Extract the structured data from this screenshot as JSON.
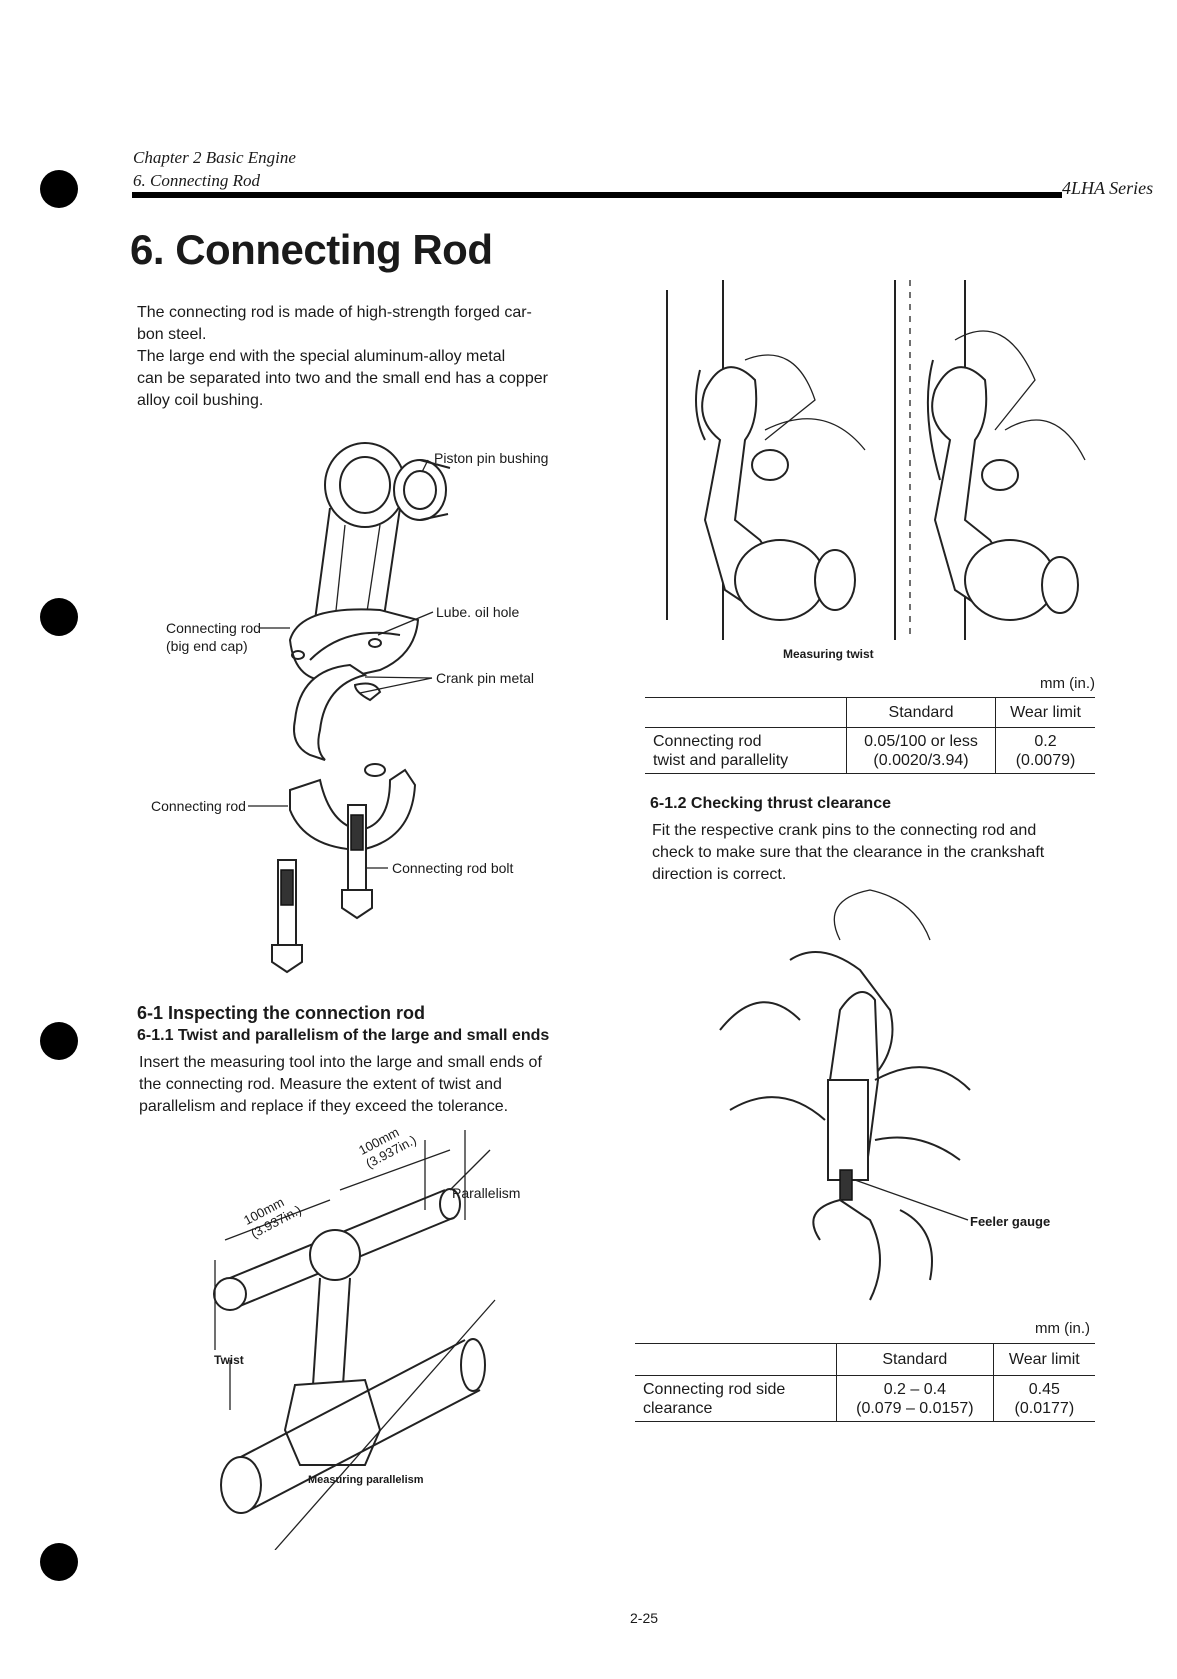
{
  "header": {
    "chapter": "Chapter 2 Basic Engine",
    "section": "6. Connecting Rod",
    "series": "4LHA Series"
  },
  "title": "6. Connecting Rod",
  "intro": [
    "The connecting rod is made of high-strength forged car-",
    "bon steel.",
    "The large end with the special aluminum-alloy metal",
    "can be separated into two and the small end has a copper",
    "alloy coil bushing."
  ],
  "exploded_labels": {
    "piston_pin_bushing": "Piston pin bushing",
    "lube_oil_hole": "Lube. oil hole",
    "connecting_rod_cap_1": "Connecting rod",
    "connecting_rod_cap_2": "(big end cap)",
    "crank_pin_metal": "Crank pin metal",
    "connecting_rod": "Connecting rod",
    "connecting_rod_bolt": "Connecting rod bolt"
  },
  "section_6_1": {
    "heading": "6-1 Inspecting the connection rod",
    "sub_heading": "6-1.1 Twist and parallelism of the large and small ends",
    "text": [
      "Insert the measuring tool into the large and small ends of",
      "the connecting rod. Measure the extent of twist and",
      "parallelism and replace if they exceed the tolerance."
    ],
    "figure_labels": {
      "dim_top_1": "100mm",
      "dim_top_2": "(3.937in.)",
      "dim_left_1": "100mm",
      "dim_left_2": "(3.937in.)",
      "parallelism": "Parallelism",
      "twist": "Twist",
      "caption": "Measuring parallelism"
    }
  },
  "twist_figure": {
    "caption": "Measuring twist"
  },
  "table_twist": {
    "unit": "mm (in.)",
    "headers": [
      "",
      "Standard",
      "Wear limit"
    ],
    "row": {
      "item_1": "Connecting rod",
      "item_2": "twist and parallelity",
      "std_1": "0.05/100 or less",
      "std_2": "(0.0020/3.94)",
      "lim_1": "0.2",
      "lim_2": "(0.0079)"
    }
  },
  "section_6_1_2": {
    "heading": "6-1.2 Checking thrust clearance",
    "text": [
      "Fit the respective crank pins to the connecting rod and",
      "check to make sure that the clearance in the crankshaft",
      "direction is correct."
    ],
    "feeler_label": "Feeler gauge"
  },
  "table_side": {
    "unit": "mm (in.)",
    "headers": [
      "",
      "Standard",
      "Wear limit"
    ],
    "row": {
      "item_1": "Connecting rod side",
      "item_2": "clearance",
      "std_1": "0.2 – 0.4",
      "std_2": "(0.079 – 0.0157)",
      "lim_1": "0.45",
      "lim_2": "(0.0177)"
    }
  },
  "page_number": "2-25"
}
